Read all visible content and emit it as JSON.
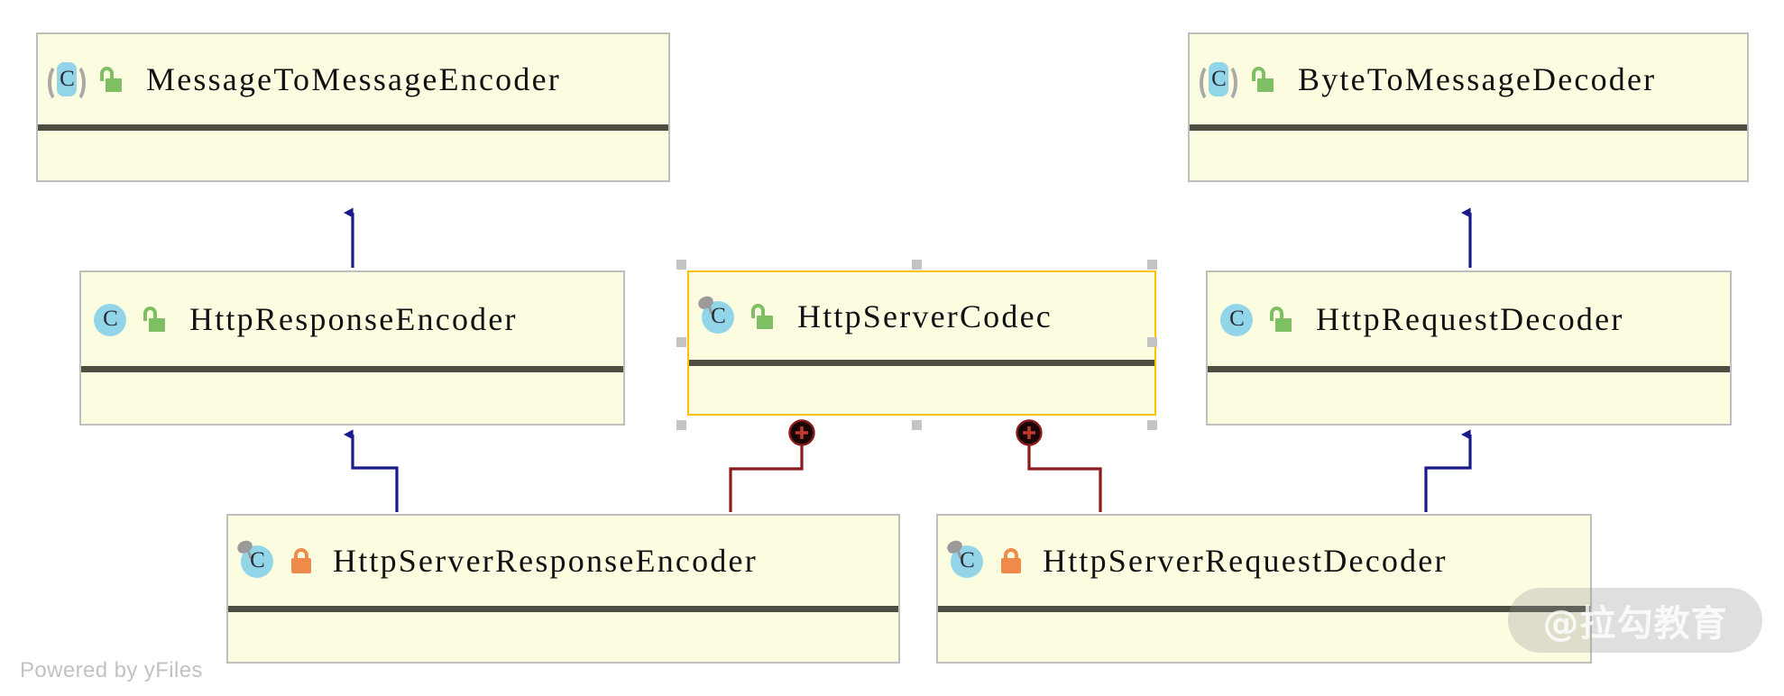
{
  "diagram": {
    "type": "uml-class-diagram",
    "tool_credit": "Powered by yFiles",
    "watermark": "@拉勾教育",
    "colors": {
      "node_fill": "#FCFCE0",
      "node_border": "#BFBFBF",
      "selected_border": "#FFC000",
      "divider": "#4D4D42",
      "inheritance_edge": "#1A1A8C",
      "composition_edge": "#8B1A1A",
      "icon_class_fill": "#92D5E8",
      "lock_public": "#7FBF63",
      "lock_package": "#F08A4B",
      "handle": "#C4C4C4"
    }
  },
  "nodes": [
    {
      "id": "message-to-message-encoder",
      "name": "MessageToMessageEncoder",
      "kind": "abstract",
      "kind_icon": "class-abstract-icon",
      "visibility": "public",
      "visibility_icon": "lock-open-icon",
      "selected": false
    },
    {
      "id": "byte-to-message-decoder",
      "name": "ByteToMessageDecoder",
      "kind": "abstract",
      "kind_icon": "class-abstract-icon",
      "visibility": "public",
      "visibility_icon": "lock-open-icon",
      "selected": false
    },
    {
      "id": "http-response-encoder",
      "name": "HttpResponseEncoder",
      "kind": "concrete",
      "kind_icon": "class-concrete-icon",
      "visibility": "public",
      "visibility_icon": "lock-open-icon",
      "selected": false
    },
    {
      "id": "http-server-codec",
      "name": "HttpServerCodec",
      "kind": "concrete",
      "kind_icon": "class-concrete-icon",
      "visibility": "public",
      "visibility_icon": "lock-open-icon",
      "selected": true
    },
    {
      "id": "http-request-decoder",
      "name": "HttpRequestDecoder",
      "kind": "concrete",
      "kind_icon": "class-concrete-icon",
      "visibility": "public",
      "visibility_icon": "lock-open-icon",
      "selected": false
    },
    {
      "id": "http-server-response-encoder",
      "name": "HttpServerResponseEncoder",
      "kind": "concrete",
      "kind_icon": "class-concrete-icon",
      "visibility": "package",
      "visibility_icon": "lock-closed-icon",
      "selected": false
    },
    {
      "id": "http-server-request-decoder",
      "name": "HttpServerRequestDecoder",
      "kind": "concrete",
      "kind_icon": "class-concrete-icon",
      "visibility": "package",
      "visibility_icon": "lock-closed-icon",
      "selected": false
    }
  ],
  "edges": [
    {
      "id": "e1",
      "from": "http-response-encoder",
      "to": "message-to-message-encoder",
      "type": "inheritance"
    },
    {
      "id": "e2",
      "from": "http-request-decoder",
      "to": "byte-to-message-decoder",
      "type": "inheritance"
    },
    {
      "id": "e3",
      "from": "http-server-response-encoder",
      "to": "http-response-encoder",
      "type": "inheritance"
    },
    {
      "id": "e4",
      "from": "http-server-request-decoder",
      "to": "http-request-decoder",
      "type": "inheritance"
    },
    {
      "id": "e5",
      "from": "http-server-codec",
      "to": "http-server-response-encoder",
      "type": "composition"
    },
    {
      "id": "e6",
      "from": "http-server-codec",
      "to": "http-server-request-decoder",
      "type": "composition"
    }
  ]
}
